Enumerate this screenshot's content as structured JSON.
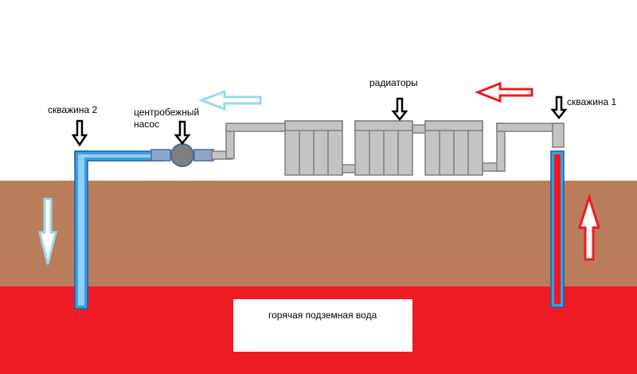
{
  "labels": {
    "well2": "скважина 2",
    "pump": "центробежный насос",
    "radiators": "радиаторы",
    "well1": "скважина 1",
    "hot_water": "горячая подземная вода"
  },
  "colors": {
    "ground": "#b97d5b",
    "hot_layer": "#ed1c24",
    "cold_pipe": "#3b9fe0",
    "cold_pipe_edge": "#1f5fa0",
    "hot_pipe": "#ed1c24",
    "grey_pipe": "#c3c3c3",
    "grey_edge": "#7f7f7f",
    "cold_arrow": "#99d9ea",
    "hot_arrow": "#ed1c24"
  },
  "icons": [
    "down-arrow-icon",
    "left-arrow-icon",
    "up-arrow-icon",
    "pump-icon",
    "radiator-icon"
  ]
}
